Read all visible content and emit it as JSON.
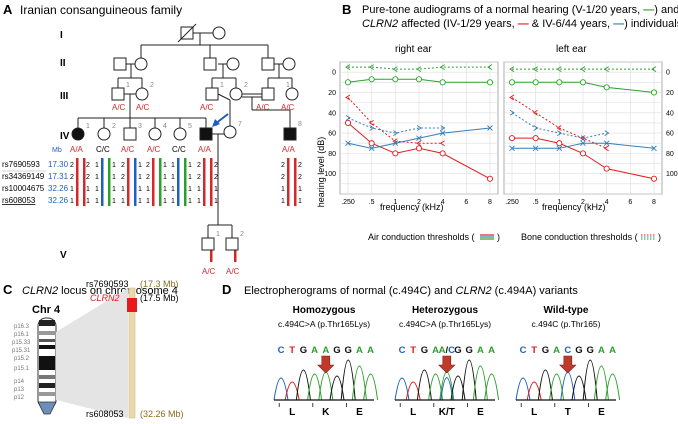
{
  "panelA": {
    "letter": "A",
    "title": "Iranian consanguineous family",
    "generations": [
      "I",
      "II",
      "III",
      "IV",
      "V"
    ],
    "mb_header": "Mb",
    "snps": [
      {
        "id": "rs7690593",
        "mb": "17.30"
      },
      {
        "id": "rs34369149",
        "mb": "17.31"
      },
      {
        "id": "rs10004675",
        "mb": "32.26"
      },
      {
        "id": "rs608053",
        "mb": "32.26"
      }
    ],
    "ids": [
      "1",
      "2",
      "1",
      "2",
      "1",
      "2",
      "3",
      "4",
      "5",
      "1",
      "2",
      "3",
      "4",
      "5",
      "6",
      "7",
      "8",
      "1",
      "2"
    ],
    "genotypes": {
      "aa": "A/A",
      "ac": "A/C",
      "cc": "C/C"
    },
    "haplo_values": {
      "two": "2",
      "one": "1"
    }
  },
  "panelB": {
    "letter": "B",
    "title_line1_prefix": "Pure-tone audiograms of a normal hearing (V-1/20 years,",
    "title_line2_gene": "CLRN2",
    "title_line2_mid": " affected (IV-1/29 years,",
    "title_line2_and": "& IV-6/44 years,",
    "title_line2_end": ") individuals",
    "title_line1_end": ") and",
    "right_ear": "right ear",
    "left_ear": "left ear",
    "ylabel": "hearing level (dB)",
    "xlabel": "frequency (kHz)",
    "air_legend": "Air conduction thresholds (",
    "bone_legend": "Bone conduction thresholds (",
    "legend_close": ")",
    "colors": {
      "normal": "#2ca02c",
      "iv1": "#e41a1c",
      "iv6": "#377eb8"
    }
  },
  "chart_data": [
    {
      "type": "line",
      "title": "right ear",
      "xlabel": "frequency (kHz)",
      "ylabel": "hearing level (dB)",
      "x": [
        ".250",
        ".5",
        "1",
        "2",
        "4",
        "6",
        "8"
      ],
      "yticks": [
        0,
        20,
        40,
        60,
        80,
        100
      ],
      "ylim": [
        -10,
        120
      ],
      "series": [
        {
          "key": "normal_air",
          "values": [
            10,
            7,
            7,
            7,
            10,
            null,
            10
          ]
        },
        {
          "key": "normal_bone",
          "values": [
            -5,
            -5,
            -3,
            -3,
            -5,
            null,
            -5
          ]
        },
        {
          "key": "iv1_air",
          "values": [
            50,
            70,
            80,
            75,
            80,
            null,
            105
          ]
        },
        {
          "key": "iv1_bone",
          "values": [
            25,
            50,
            68,
            70,
            70,
            null,
            null
          ]
        },
        {
          "key": "iv6_air",
          "values": [
            70,
            75,
            70,
            65,
            60,
            null,
            55
          ]
        },
        {
          "key": "iv6_bone",
          "values": [
            45,
            55,
            60,
            55,
            55,
            null,
            null
          ]
        }
      ]
    },
    {
      "type": "line",
      "title": "left ear",
      "xlabel": "frequency (kHz)",
      "x": [
        ".250",
        ".5",
        "1",
        "2",
        "4",
        "6",
        "8"
      ],
      "yticks": [
        0,
        20,
        40,
        60,
        80,
        100
      ],
      "ylim": [
        -10,
        120
      ],
      "series": [
        {
          "key": "normal_air",
          "values": [
            10,
            10,
            10,
            10,
            15,
            null,
            20
          ]
        },
        {
          "key": "normal_bone",
          "values": [
            -3,
            -3,
            -3,
            -3,
            -3,
            null,
            -3
          ]
        },
        {
          "key": "iv1_air",
          "values": [
            65,
            65,
            70,
            80,
            95,
            null,
            105
          ]
        },
        {
          "key": "iv1_bone",
          "values": [
            25,
            40,
            55,
            65,
            75,
            null,
            null
          ]
        },
        {
          "key": "iv6_air",
          "values": [
            75,
            75,
            75,
            70,
            70,
            null,
            75
          ]
        },
        {
          "key": "iv6_bone",
          "values": [
            40,
            55,
            60,
            65,
            60,
            null,
            null
          ]
        }
      ]
    }
  ],
  "panelC": {
    "letter": "C",
    "title_gene": "CLRN2",
    "title_rest": " locus on chromosome 4",
    "chr": "Chr 4",
    "bands": [
      "p16.3",
      "p16.1",
      "p15.33",
      "p15.31",
      "p15.2",
      "p15.1",
      "p14",
      "p13",
      "p12"
    ],
    "marker_top": "rs7690593",
    "marker_top_mb": "(17.3 Mb)",
    "gene": "CLRN2",
    "gene_mb": "(17.5 Mb)",
    "marker_bottom": "rs608053",
    "marker_bottom_mb": "(32.26 Mb)"
  },
  "panelD": {
    "letter": "D",
    "title_prefix": "Electropherograms of normal (c.494C) and ",
    "title_gene": "CLRN2",
    "title_suffix": " (c.494A) variants",
    "groups": [
      {
        "title": "Homozygous",
        "sub": "c.494C>A (p.Thr165Lys)",
        "bases": [
          "C",
          "T",
          "G",
          "A",
          "A",
          "G",
          "G",
          "A",
          "A"
        ],
        "aa": [
          "L",
          "K",
          "E"
        ]
      },
      {
        "title": "Heterozygous",
        "sub": "c.494C>A (p.Thr165Lys)",
        "bases": [
          "C",
          "T",
          "G",
          "A",
          "A/C",
          "G",
          "G",
          "A",
          "A"
        ],
        "aa": [
          "L",
          "K/T",
          "E"
        ]
      },
      {
        "title": "Wild-type",
        "sub": "c.494C (p.Thr165)",
        "bases": [
          "C",
          "T",
          "G",
          "A",
          "C",
          "G",
          "G",
          "A",
          "A"
        ],
        "aa": [
          "L",
          "T",
          "E"
        ]
      }
    ]
  }
}
